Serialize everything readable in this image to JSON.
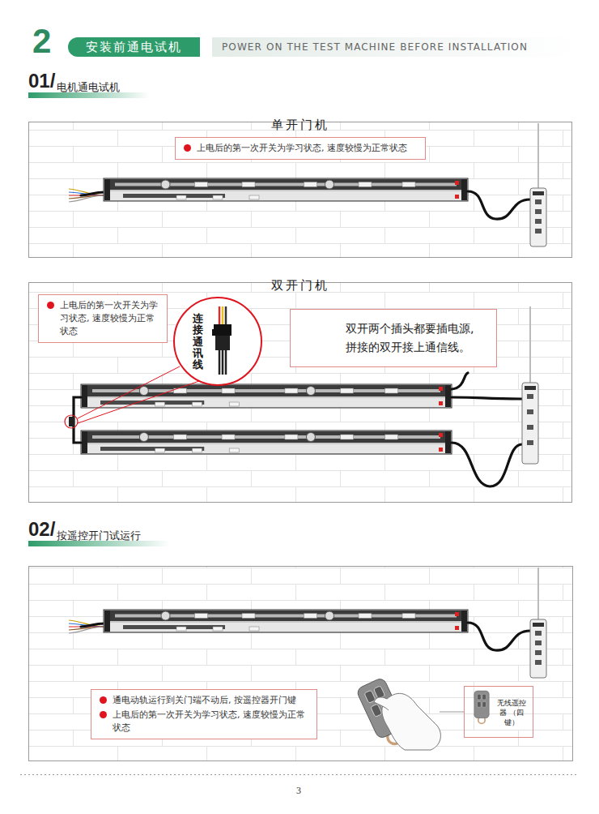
{
  "diagram": {
    "title": "安装前通电试机",
    "nodes": [
      {
        "text": [
          "单开门机"
        ]
      },
      {
        "text": [
          "上电后的第一次开关为学习状态, 速度较慢为正常状态"
        ],
        "in": 0
      },
      {
        "text": [
          "双开门机"
        ]
      },
      {
        "text": [
          "上电后的第一次开关为学习状态, 速度较慢为正常状态"
        ],
        "in": 2
      },
      {
        "text": [
          "连接通讯线"
        ],
        "in": 2
      },
      {
        "text": [
          "双开两个插头都要插电源, 拼接的双开接上通信线。"
        ],
        "in": 2
      },
      {
        "text": [
          "通电动轨运行到关门端不动后, 按遥控器开门键",
          "上电后的第一次开关为学习状态, 速度较慢为正常状态"
        ]
      },
      {
        "text": [
          "无线遥控器 （四键）"
        ]
      }
    ],
    "labels": [
      "2",
      "POWER ON THE TEST MACHINE BEFORE INSTALLATION",
      "01/",
      "电机通电试机",
      "02/",
      "按遥控开门试运行",
      "3"
    ]
  }
}
